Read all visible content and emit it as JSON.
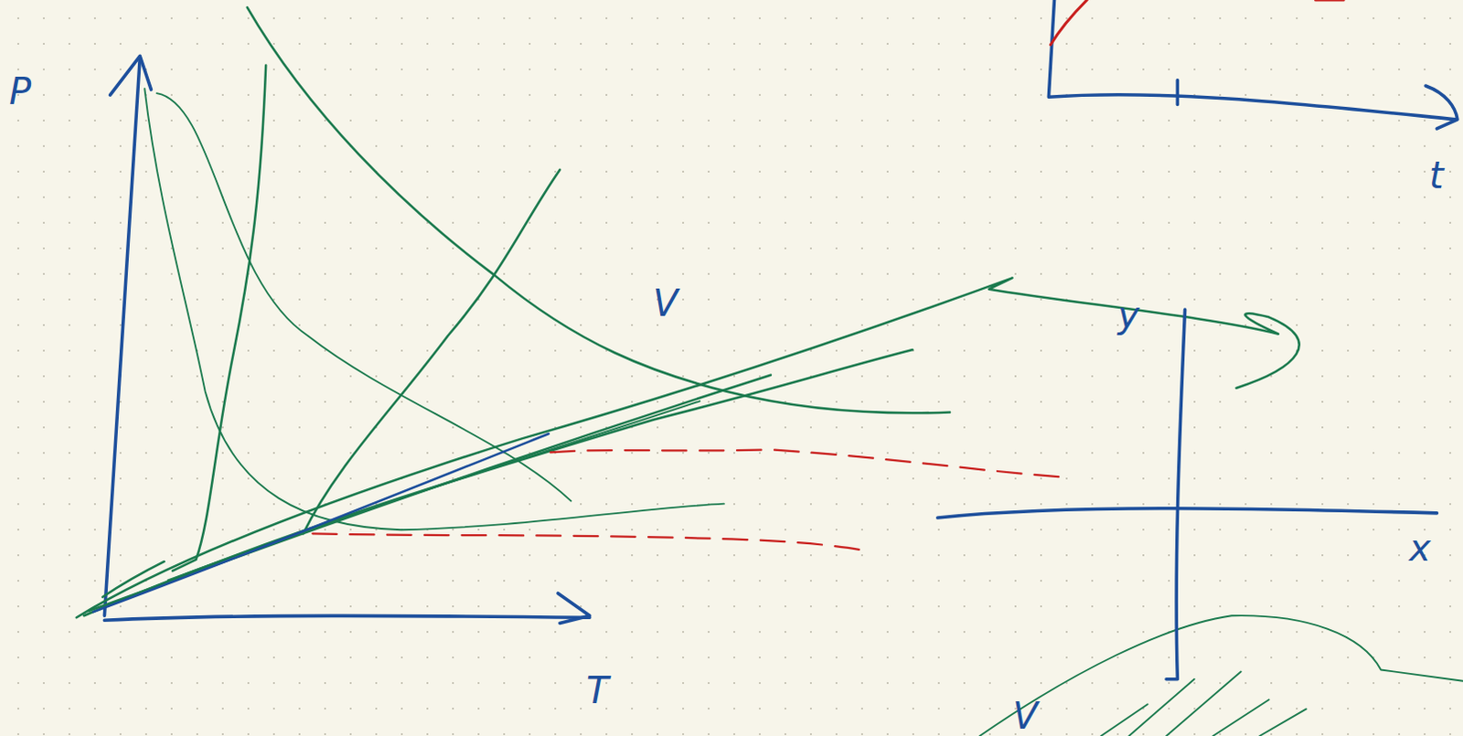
{
  "diagram": {
    "labels": [
      "P",
      "T",
      "V",
      "y",
      "x",
      "t",
      "V"
    ]
  }
}
